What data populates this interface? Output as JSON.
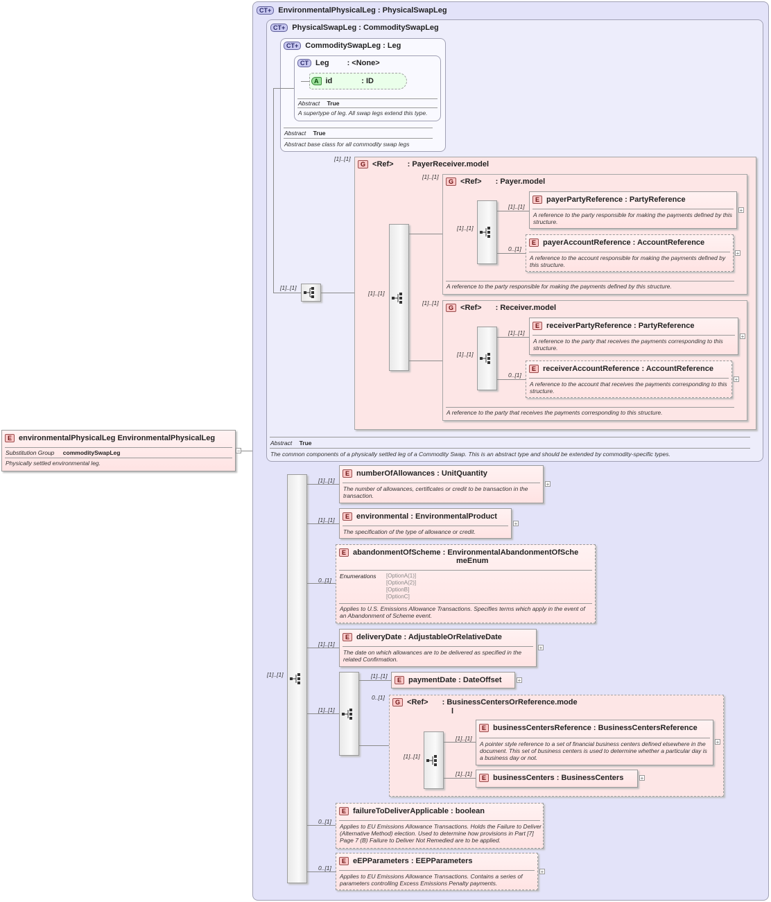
{
  "root": {
    "name": "environmentalPhysicalLeg",
    "type": "EnvironmentalPhysicalLeg",
    "subst_label": "Substitution Group",
    "subst_value": "commoditySwapLeg",
    "doc": "Physically settled environmental leg."
  },
  "ct_env": {
    "title": "EnvironmentalPhysicalLeg : PhysicalSwapLeg"
  },
  "ct_phys": {
    "title": "PhysicalSwapLeg : CommoditySwapLeg",
    "abstract_label": "Abstract",
    "abstract_value": "True",
    "doc": "The common components of a physically settled leg of a Commodity Swap. This is an abstract type and should be extended by commodity-specific types."
  },
  "ct_comm": {
    "title": "CommoditySwapLeg : Leg",
    "abstract_label": "Abstract",
    "abstract_value": "True",
    "doc": "Abstract base class for all commodity swap legs"
  },
  "ct_leg": {
    "title": "Leg",
    "type": ": <None>",
    "abstract_label": "Abstract",
    "abstract_value": "True",
    "doc": "A supertype of leg. All swap legs extend this type."
  },
  "attr_id": {
    "name": "id",
    "type": ": ID"
  },
  "grp_payrec": {
    "ref": "<Ref>",
    "type": ": PayerReceiver.model",
    "card": "[1]..[1]"
  },
  "grp_payer": {
    "ref": "<Ref>",
    "type": ": Payer.model",
    "card": "[1]..[1]",
    "doc": "A reference to the party responsible for making the payments defined by this structure."
  },
  "grp_receiver": {
    "ref": "<Ref>",
    "type": ": Receiver.model",
    "card": "[1]..[1]",
    "doc": "A reference to the party that receives the payments corresponding to this structure."
  },
  "el_payerParty": {
    "name": "payerPartyReference",
    "type": ": PartyReference",
    "card": "[1]..[1]",
    "doc": "A reference to the party responsible for making the payments defined by this structure."
  },
  "el_payerAccount": {
    "name": "payerAccountReference",
    "type": ": AccountReference",
    "card": "0..[1]",
    "doc": "A reference to the account responsible for making the payments defined by this structure."
  },
  "el_receiverParty": {
    "name": "receiverPartyReference",
    "type": ": PartyReference",
    "card": "[1]..[1]",
    "doc": "A reference to the party that receives the payments corresponding to this structure."
  },
  "el_receiverAccount": {
    "name": "receiverAccountReference",
    "type": ": AccountReference",
    "card": "0..[1]",
    "doc": "A reference to the account that receives the payments corresponding to this structure."
  },
  "el_numAllow": {
    "name": "numberOfAllowances",
    "type": ": UnitQuantity",
    "card": "[1]..[1]",
    "doc": "The number of allowances, certificates or credit to be transaction in the transaction."
  },
  "el_environmental": {
    "name": "environmental",
    "type": ": EnvironmentalProduct",
    "card": "[1]..[1]",
    "doc": "The specification of the type of allowance or credit."
  },
  "el_abandonment": {
    "name": "abandonmentOfScheme",
    "type1": ": EnvironmentalAbandonmentOfSche",
    "type2": "meEnum",
    "card": "0..[1]",
    "enum_label": "Enumerations",
    "enums": [
      "[OptionA(1)]",
      "[OptionA(2)]",
      "[OptionB]",
      "[OptionC]"
    ],
    "doc": "Applies to U.S. Emissions Allowance Transactions. Specifies terms which apply in the event of an Abandonment of Scheme event."
  },
  "el_deliveryDate": {
    "name": "deliveryDate",
    "type": ": AdjustableOrRelativeDate",
    "card": "[1]..[1]",
    "doc": "The date on which allowances are to be delivered as specified in the related Confirmation."
  },
  "el_paymentDate": {
    "name": "paymentDate",
    "type": ": DateOffset",
    "card": "[1]..[1]"
  },
  "grp_bizCenters": {
    "ref": "<Ref>",
    "type1": ": BusinessCentersOrReference.mode",
    "type2": "l",
    "card": "0..[1]"
  },
  "el_bcRef": {
    "name": "businessCentersReference",
    "type": ": BusinessCentersReference",
    "card": "[1]..[1]",
    "doc": "A pointer style reference to a set of financial business centers defined elsewhere in the document. This set of business centers is used to determine whether a particular day is a business day or not."
  },
  "el_bc": {
    "name": "businessCenters",
    "type": ": BusinessCenters",
    "card": "[1]..[1]"
  },
  "el_ftd": {
    "name": "failureToDeliverApplicable",
    "type": ": boolean",
    "card": "0..[1]",
    "doc": "Applies to EU Emissions Allowance Transactions. Holds the Failure to Deliver (Alternative Method) election. Used to determine how provisions in Part [7] Page 7 (B) Failure to Deliver Not Remedied are to be applied."
  },
  "el_eep": {
    "name": "eEPParameters",
    "type": ": EEPParameters",
    "card": "0..[1]",
    "doc": "Applies to EU Emissions Allowance Transactions. Contains a series of parameters controlling Excess Emissions Penalty payments."
  },
  "cards": {
    "one": "[1]..[1]"
  },
  "badges": {
    "E": "E",
    "G": "G",
    "CT": "CT",
    "A": "A",
    "CTX": "CT+"
  },
  "icons": {
    "seq": "sequence-icon",
    "expand": "+",
    "collapse": "−"
  }
}
